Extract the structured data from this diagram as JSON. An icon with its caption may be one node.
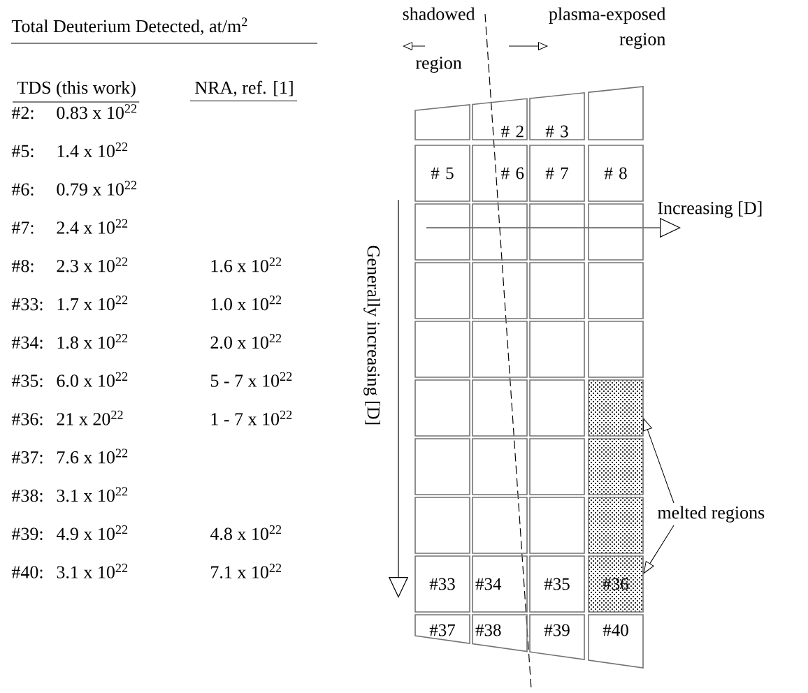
{
  "diagram": {
    "title": "Total Deuterium Detected, at/m$^{2}$",
    "nodes": [
      {
        "text": [],
        "shape": "box"
      },
      {
        "text": [
          "# 2"
        ]
      },
      {
        "text": [
          "# 3"
        ]
      },
      {
        "text": [],
        "shape": "box"
      },
      {
        "text": [
          "# 5"
        ]
      },
      {
        "text": [
          "# 6"
        ]
      },
      {
        "text": [
          "# 7"
        ]
      },
      {
        "text": [
          "# 8"
        ]
      },
      {
        "text": [],
        "shape": "box"
      },
      {
        "text": [],
        "shape": "box"
      },
      {
        "text": [],
        "shape": "box"
      },
      {
        "text": [],
        "shape": "box"
      },
      {
        "text": [],
        "shape": "box"
      },
      {
        "text": [],
        "shape": "box"
      },
      {
        "text": [],
        "shape": "box"
      },
      {
        "text": [],
        "shape": "box"
      },
      {
        "text": [],
        "shape": "box"
      },
      {
        "text": [],
        "shape": "box"
      },
      {
        "text": [],
        "shape": "box"
      },
      {
        "text": [],
        "shape": "box"
      },
      {
        "text": [],
        "shape": "box"
      },
      {
        "text": [],
        "shape": "box"
      },
      {
        "text": [],
        "shape": "box"
      },
      {
        "text": [],
        "shape": "box"
      },
      {
        "text": [],
        "shape": "box"
      },
      {
        "text": [],
        "shape": "box"
      },
      {
        "text": [],
        "shape": "box"
      },
      {
        "text": [],
        "shape": "box"
      },
      {
        "text": [],
        "shape": "box"
      },
      {
        "text": [],
        "shape": "box"
      },
      {
        "text": [],
        "shape": "box"
      },
      {
        "text": [],
        "shape": "box"
      },
      {
        "text": [
          "#33"
        ]
      },
      {
        "text": [
          "#34"
        ]
      },
      {
        "text": [
          "#35"
        ]
      },
      {
        "text": [
          "#36"
        ]
      },
      {
        "text": [
          "#37"
        ]
      },
      {
        "text": [
          "#38"
        ]
      },
      {
        "text": [
          "#39"
        ]
      },
      {
        "text": [
          "#40"
        ]
      },
      {
        "text": [
          "melted regions"
        ]
      }
    ],
    "edges": [
      {
        "from": 40,
        "to": 23,
        "arrow": "to"
      },
      {
        "from": 40,
        "to": 35,
        "arrow": "to"
      }
    ],
    "labels": [
      "TDS (this work)",
      "NRA, ref. [1]",
      "#2:",
      "0.83 x 10$^{22}$",
      "#5:",
      "1.4 x 10$^{22}$",
      "#6:",
      "0.79 x 10$^{22}$",
      "#7:",
      "2.4 x 10$^{22}$",
      "#8:",
      "2.3 x 10$^{22}$",
      "1.6 x 10$^{22}$",
      "#33:",
      "1.7 x 10$^{22}$",
      "1.0 x 10$^{22}$",
      "#34:",
      "1.8 x 10$^{22}$",
      "2.0 x 10$^{22}$",
      "#35:",
      "6.0 x 10$^{22}$",
      "5 - 7 x 10$^{22}$",
      "#36:",
      "21 x 20$^{22}$",
      "1 - 7 x 10$^{22}$",
      "#37:",
      "7.6 x 10$^{22}$",
      "#38:",
      "3.1 x 10$^{22}$",
      "#39:",
      "4.9 x 10$^{22}$",
      "4.8 x 10$^{22}$",
      "#40:",
      "3.1 x 10$^{22}$",
      "7.1 x 10$^{22}$",
      "shadowed region",
      "plasma-exposed region",
      "Generally increasing [D]",
      "Increasing [D]"
    ]
  }
}
